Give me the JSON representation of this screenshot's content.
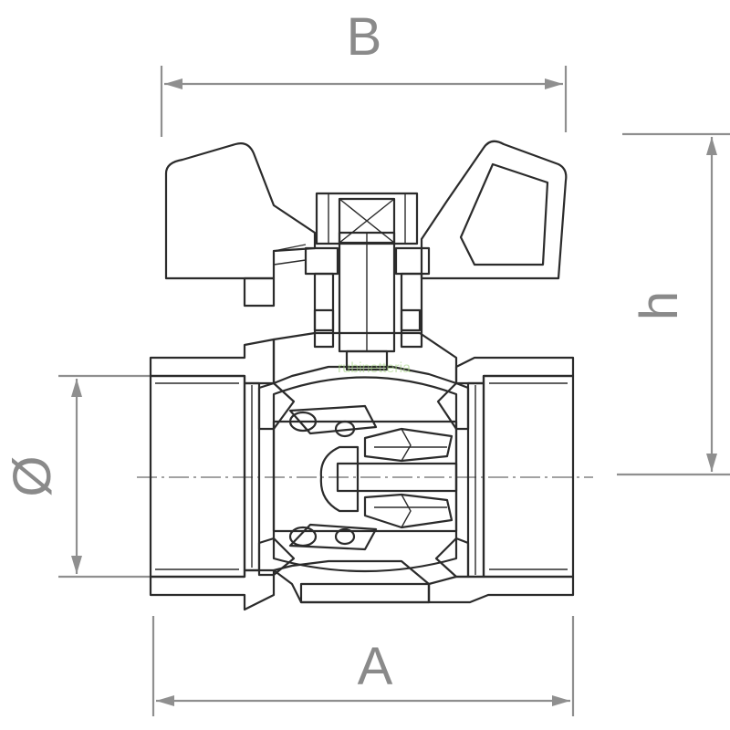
{
  "diagram": {
    "type": "ball valve cross-section with dimensions",
    "dimension_labels": {
      "width_top": "B",
      "height_right": "h",
      "bore_left": "Ø",
      "length_bottom": "A"
    },
    "colors": {
      "body_fill": "#f08a2c",
      "hatch": "#b8501a",
      "seal_fill": "#e6e6e6",
      "outline": "#2b2b2b",
      "dimension": "#8f8f8f",
      "handle_white": "#ffffff"
    },
    "watermark": "rubinetteria"
  }
}
